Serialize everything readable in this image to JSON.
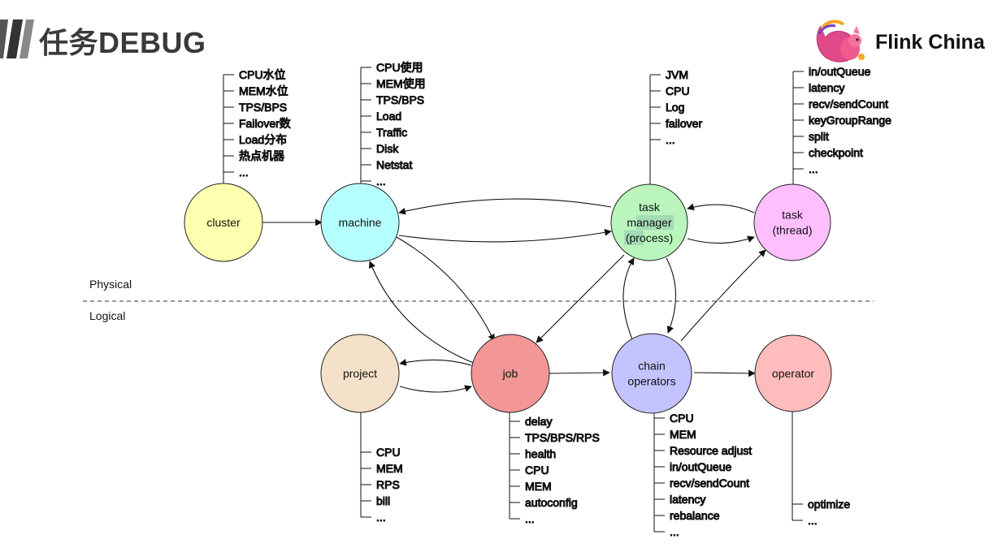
{
  "header": {
    "title": "任务DEBUG",
    "brand_name": "Flink China"
  },
  "regions": {
    "physical": "Physical",
    "logical": "Logical"
  },
  "colors": {
    "cluster": "#ffffb0",
    "machine": "#b6ffff",
    "taskmanager": "#b9f5bc",
    "task": "#ffbfff",
    "project": "#f3e1c9",
    "job": "#f29696",
    "chain": "#c3c3ff",
    "operator": "#ffbcbc",
    "highlight": "#9fd5b2"
  },
  "nodes": {
    "cluster": {
      "lines": [
        "cluster"
      ]
    },
    "machine": {
      "lines": [
        "machine"
      ]
    },
    "taskmanager": {
      "lines": [
        "task",
        "manager",
        "(process)"
      ]
    },
    "task": {
      "lines": [
        "task",
        "(thread)"
      ]
    },
    "project": {
      "lines": [
        "project"
      ]
    },
    "job": {
      "lines": [
        "job"
      ]
    },
    "chain": {
      "lines": [
        "chain",
        "operators"
      ]
    },
    "operator": {
      "lines": [
        "operator"
      ]
    }
  },
  "metrics": {
    "cluster": [
      "CPU水位",
      "MEM水位",
      "TPS/BPS",
      "Failover数",
      "Load分布",
      "热点机器",
      "..."
    ],
    "machine": [
      "CPU使用",
      "MEM使用",
      "TPS/BPS",
      "Load",
      "Traffic",
      "Disk",
      "Netstat",
      "..."
    ],
    "taskmanager": [
      "JVM",
      "CPU",
      "Log",
      "failover",
      "..."
    ],
    "task": [
      "in/outQueue",
      "latency",
      "recv/sendCount",
      "keyGroupRange",
      "split",
      "checkpoint",
      "..."
    ],
    "project": [
      "CPU",
      "MEM",
      "RPS",
      "bill",
      "..."
    ],
    "job": [
      "delay",
      "TPS/BPS/RPS",
      "health",
      "CPU",
      "MEM",
      "autoconfig",
      "..."
    ],
    "chain": [
      "CPU",
      "MEM",
      "Resource adjust",
      "in/outQueue",
      "recv/sendCount",
      "latency",
      "rebalance",
      "..."
    ],
    "operator": [
      "optimize",
      "..."
    ]
  }
}
